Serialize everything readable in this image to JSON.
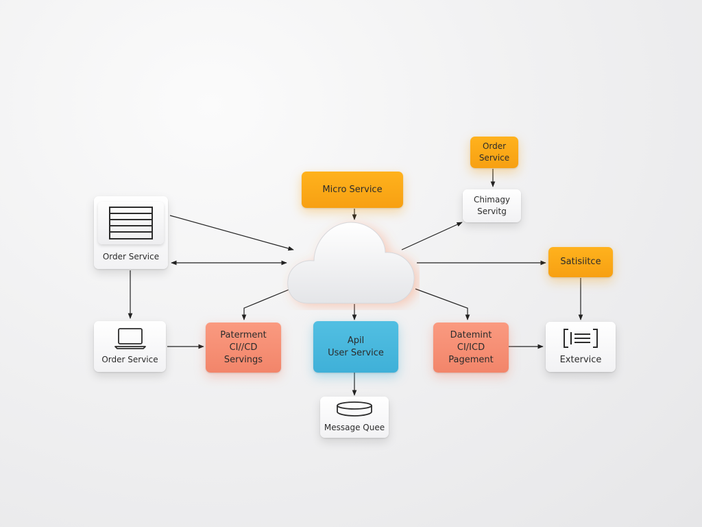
{
  "diagram": {
    "nodes": {
      "micro_service": {
        "lines": [
          "Micro Service"
        ]
      },
      "order_service_top": {
        "lines": [
          "Order",
          "Service"
        ]
      },
      "chimagy_servitg": {
        "lines": [
          "Chimagy",
          "Servitg"
        ]
      },
      "satisiitce": {
        "lines": [
          "Satisiitce"
        ]
      },
      "order_service_left": {
        "lines": [
          "Order Service"
        ],
        "icon": "server-rack-icon"
      },
      "order_service_laptop": {
        "lines": [
          "Order Service"
        ],
        "icon": "laptop-icon"
      },
      "paterment": {
        "lines": [
          "Paterment",
          "CI//CD",
          "Servings"
        ]
      },
      "api_user_service": {
        "lines": [
          "Apil",
          "User Service"
        ]
      },
      "datemint": {
        "lines": [
          "Datemint",
          "CI/ICD",
          "Pagement"
        ]
      },
      "extervice": {
        "lines": [
          "Extervice"
        ],
        "icon": "document-lines-icon"
      },
      "message_quee": {
        "lines": [
          "Message Quee"
        ],
        "icon": "database-disk-icon"
      }
    },
    "hub_icon": "cloud-icon",
    "colors": {
      "orange": "#f7a012",
      "salmon": "#f2856a",
      "blue": "#3fb0d8",
      "white": "#f6f6f7",
      "text": "#2b2b2b",
      "arrow": "#222222"
    }
  }
}
